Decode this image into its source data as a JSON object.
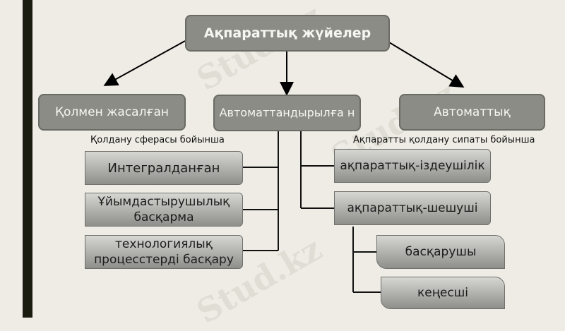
{
  "diagram": {
    "root": "Ақпараттық жүйелер",
    "level1": [
      "Қолмен жасалған",
      "Автоматтандырылға н",
      "Автоматтық"
    ],
    "left_caption": "Қолдану сферасы бойынша",
    "right_caption": "Ақпаратты қолдану сипаты бойынша",
    "left_items": [
      "Интегралданған",
      "Ұйымдастырушылық басқарма",
      "технологиялық процесстерді басқару"
    ],
    "right_items": [
      "ақпараттық-іздеушілік",
      "ақпараттық-шешуші"
    ],
    "sub_items": [
      "басқарушы",
      "кеңесші"
    ]
  },
  "watermark": "Stud.kz"
}
